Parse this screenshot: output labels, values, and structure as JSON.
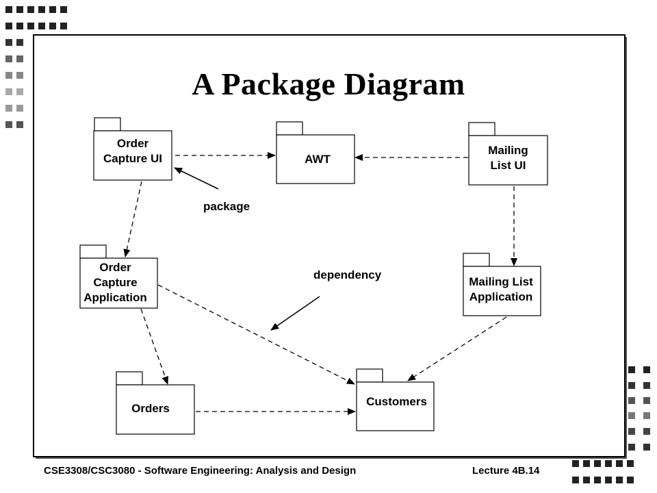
{
  "title": "A Package Diagram",
  "packages": {
    "order_capture_ui": "Order\nCapture UI",
    "awt": "AWT",
    "mailing_list_ui": "Mailing\nList UI",
    "order_capture_application": "Order\nCapture\nApplication",
    "mailing_list_application": "Mailing List\nApplication",
    "orders": "Orders",
    "customers": "Customers"
  },
  "annotations": {
    "package": "package",
    "dependency": "dependency"
  },
  "footer": {
    "course": "CSE3308/CSC3080 - Software Engineering: Analysis and Design",
    "lecture": "Lecture 4B.14"
  }
}
